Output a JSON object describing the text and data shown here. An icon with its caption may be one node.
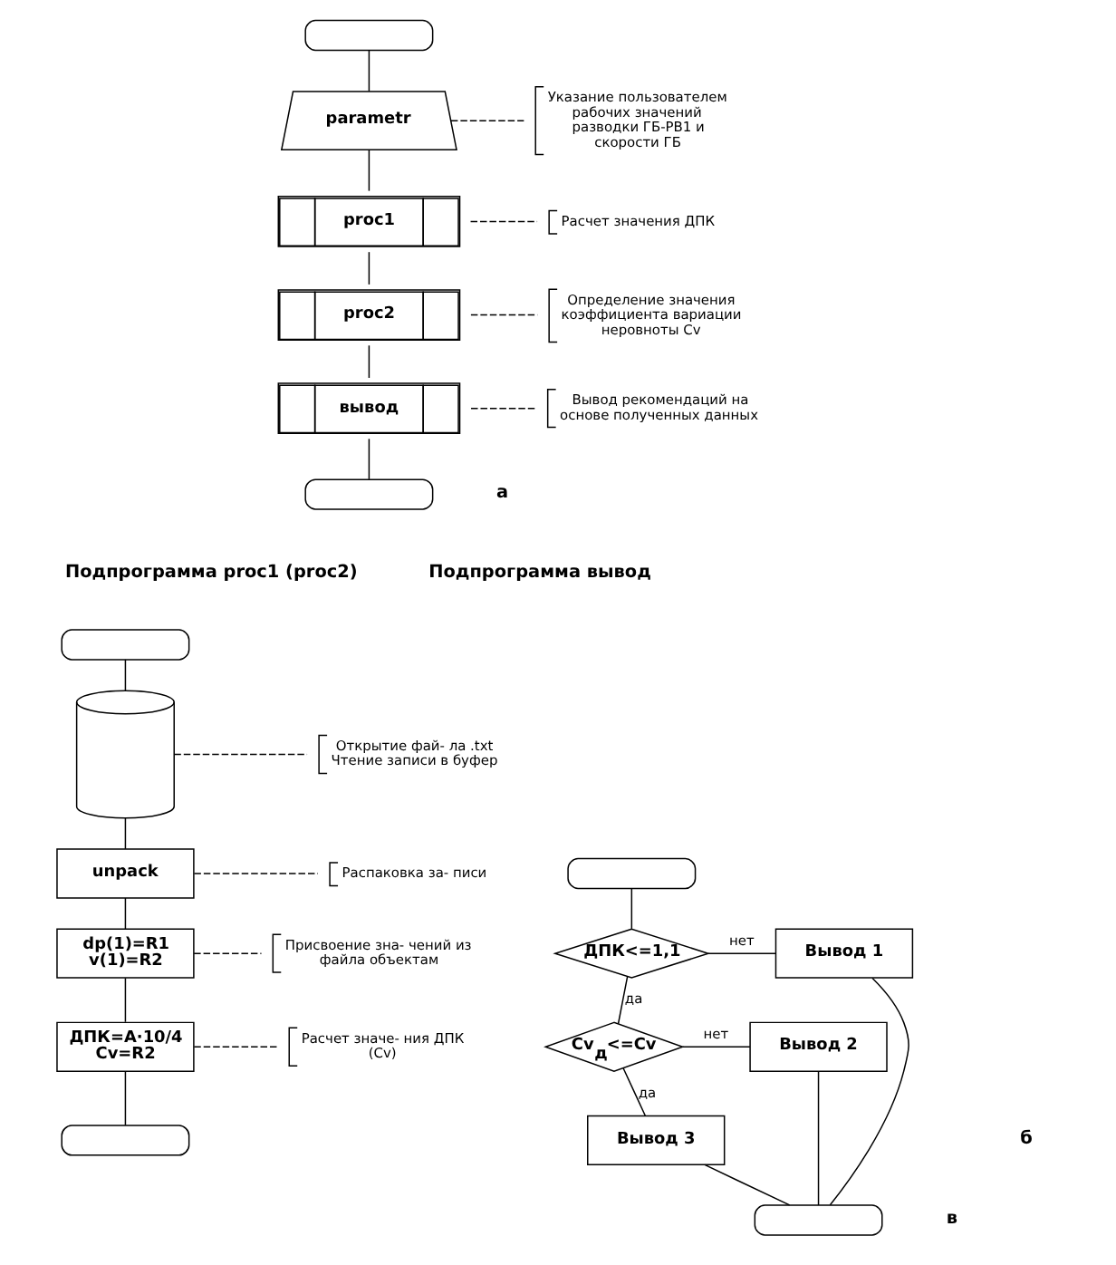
{
  "diagram": {
    "nodes": [
      {
        "text": [],
        "shape": "oval"
      },
      {
        "text": [
          "parametr"
        ]
      },
      {
        "text": [
          "Указание пользователем рабочих значений разводки ГБ-РВ1 и скорости ГБ"
        ]
      },
      {
        "text": [
          "proc1"
        ]
      },
      {
        "text": [
          "Расчет значения ДПК"
        ]
      },
      {
        "text": [
          "proc2"
        ]
      },
      {
        "text": [
          "Определение значения коэффициента вариации неровноты Cv"
        ]
      },
      {
        "text": [
          "вывод"
        ]
      },
      {
        "text": [
          "Вывод рекомендаций на основе полученных данных"
        ]
      },
      {
        "text": [],
        "shape": "oval"
      },
      {
        "text": [],
        "shape": "oval"
      },
      {
        "text": [],
        "shape": "cylinder"
      },
      {
        "text": [
          "Открытие фай- ла .txt Чтение записи в буфер"
        ]
      },
      {
        "text": [
          "unpack"
        ]
      },
      {
        "text": [
          "Распаковка за- писи"
        ]
      },
      {
        "text": [
          "dp(1)=R1 v(1)=R2"
        ]
      },
      {
        "text": [
          "Присвоение зна- чений из файла объектам"
        ]
      },
      {
        "text": [
          "ДПК=A·10/4 Cv=R2"
        ]
      },
      {
        "text": [
          "Расчет значе- ния ДПК (Cv)"
        ]
      },
      {
        "text": [],
        "shape": "oval"
      },
      {
        "text": [],
        "shape": "oval"
      },
      {
        "text": [
          "ДПК<=1,1"
        ]
      },
      {
        "text": [
          "Вывод 1"
        ]
      },
      {
        "text": [
          "Cv$_{д}$<=Cv"
        ]
      },
      {
        "text": [
          "Вывод 2"
        ]
      },
      {
        "text": [
          "Вывод 3"
        ]
      },
      {
        "text": [],
        "shape": "oval"
      }
    ],
    "edges": [
      {
        "from": 0,
        "to": 1,
        "arrow": "none"
      },
      {
        "from": 1,
        "to": 2,
        "arrow": "none",
        "style": "dashed"
      },
      {
        "from": 1,
        "to": 3,
        "arrow": "none"
      },
      {
        "from": 3,
        "to": 4,
        "arrow": "none",
        "style": "dashed"
      },
      {
        "from": 3,
        "to": 5,
        "arrow": "none"
      },
      {
        "from": 5,
        "to": 6,
        "arrow": "none",
        "style": "dashed"
      },
      {
        "from": 5,
        "to": 7,
        "arrow": "none"
      },
      {
        "from": 7,
        "to": 8,
        "arrow": "none",
        "style": "dashed"
      },
      {
        "from": 7,
        "to": 9,
        "arrow": "none"
      },
      {
        "from": 10,
        "to": 11,
        "arrow": "none"
      },
      {
        "from": 11,
        "to": 12,
        "arrow": "none",
        "style": "dashed"
      },
      {
        "from": 11,
        "to": 13,
        "arrow": "none"
      },
      {
        "from": 13,
        "to": 14,
        "arrow": "none",
        "style": "dashed"
      },
      {
        "from": 13,
        "to": 15,
        "arrow": "none"
      },
      {
        "from": 15,
        "to": 16,
        "arrow": "none",
        "style": "dashed"
      },
      {
        "from": 15,
        "to": 17,
        "arrow": "none"
      },
      {
        "from": 17,
        "to": 18,
        "arrow": "none",
        "style": "dashed"
      },
      {
        "from": 17,
        "to": 19,
        "arrow": "none"
      },
      {
        "from": 20,
        "to": 21,
        "arrow": "none"
      },
      {
        "from": 21,
        "to": 22,
        "arrow": "none",
        "label": "нет"
      },
      {
        "from": 21,
        "to": 23,
        "arrow": "none",
        "label": "да"
      },
      {
        "from": 23,
        "to": 24,
        "arrow": "none",
        "label": "нет"
      },
      {
        "from": 23,
        "to": 25,
        "arrow": "none",
        "label": "да"
      },
      {
        "from": 25,
        "to": 26,
        "arrow": "none"
      },
      {
        "from": 22,
        "to": 26,
        "arrow": "none"
      },
      {
        "from": 24,
        "to": 26,
        "arrow": "none"
      }
    ],
    "labels": [
      "а",
      "Подпрограмма proc1 (proc2)",
      "Подпрограмма вывод",
      "б",
      "в"
    ]
  }
}
